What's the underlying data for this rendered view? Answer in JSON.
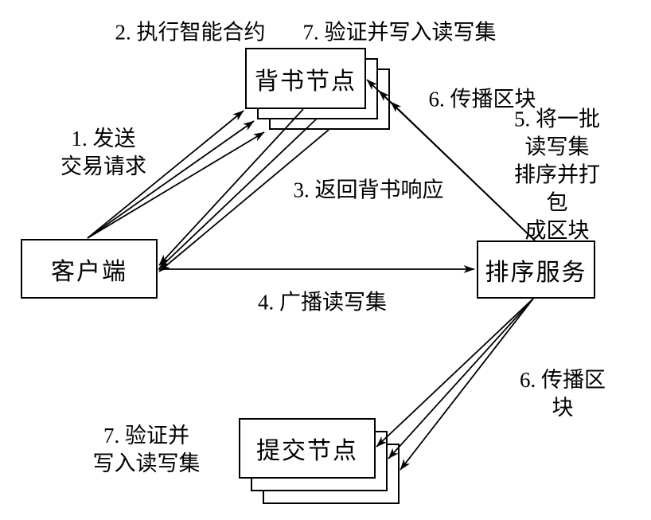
{
  "figure": {
    "background": "#ffffff",
    "stroke_color": "#000000",
    "text_color": "#000000"
  },
  "nodes": {
    "client": {
      "label": "客户端"
    },
    "endorser": {
      "label": "背书节点",
      "stacked": 3
    },
    "orderer": {
      "label": "排序服务"
    },
    "committer": {
      "label": "提交节点",
      "stacked": 3
    }
  },
  "labels": {
    "step1": "1. 发送\n交易请求",
    "step2": "2. 执行智能合约",
    "step3": "3. 返回背书响应",
    "step4": "4. 广播读写集",
    "step5": "5. 将一批读写集\n排序并打包\n成区块",
    "step6_top": "6. 传播区块",
    "step6_bottom": "6. 传播区块",
    "step7_top": "7. 验证并写入读写集",
    "step7_bottom": "7. 验证并\n写入读写集"
  },
  "edges": [
    {
      "from": "client",
      "to": "endorser",
      "label_key": "step1",
      "arrows": 3
    },
    {
      "from": "endorser",
      "to": "client",
      "label_key": "step3",
      "arrows": 3
    },
    {
      "from": "client",
      "to": "orderer",
      "label_key": "step4",
      "arrows": 1
    },
    {
      "from": "orderer",
      "to": "endorser",
      "label_key": "step6_top",
      "arrows": 3
    },
    {
      "from": "orderer",
      "to": "committer",
      "label_key": "step6_bottom",
      "arrows": 3
    }
  ]
}
